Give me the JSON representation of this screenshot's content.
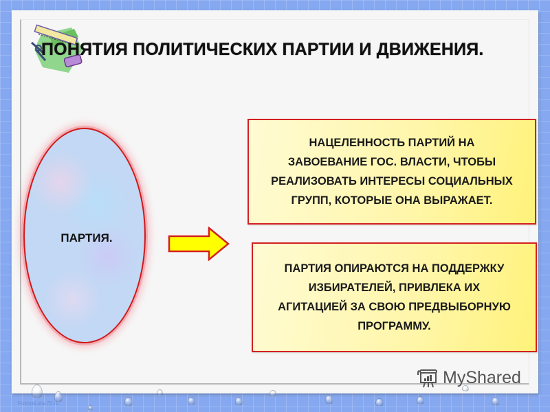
{
  "slide": {
    "title": "ПОНЯТИЯ ПОЛИТИЧЕСКИХ ПАРТИИ И  ДВИЖЕНИЯ.",
    "ellipse": {
      "label": "ПАРТИЯ."
    },
    "boxes": [
      {
        "lines": [
          "НАЦЕЛЕННОСТЬ ПАРТИЙ  НА",
          "ЗАВОЕВАНИЕ  ГОС. ВЛАСТИ, ЧТОБЫ",
          "РЕАЛИЗОВАТЬ ИНТЕРЕСЫ СОЦИАЛЬНЫХ",
          "ГРУПП, КОТОРЫЕ ОНА ВЫРАЖАЕТ."
        ]
      },
      {
        "lines": [
          "ПАРТИЯ ОПИРАЮТСЯ НА ПОДДЕРЖКУ",
          "ИЗБИРАТЕЛЕЙ, ПРИВЛЕКА  ИХ",
          "АГИТАЦИЕЙ  ЗА СВОЮ ПРЕДВЫБОРНУЮ",
          "ПРОГРАММУ."
        ]
      }
    ]
  },
  "watermark": {
    "icon": "presentation-board-icon",
    "text": "MyShared"
  },
  "footer": {
    "url": "FokinaLida.75.ru"
  },
  "colors": {
    "background": "#85a8f0",
    "slide": "#f6f6f6",
    "box_border": "#d42020",
    "box_fill": "#fff6a8",
    "ellipse_fill": "#c2d8f4",
    "ellipse_border": "#d01818",
    "arrow_fill": "#ffff00",
    "arrow_border": "#d42020"
  }
}
